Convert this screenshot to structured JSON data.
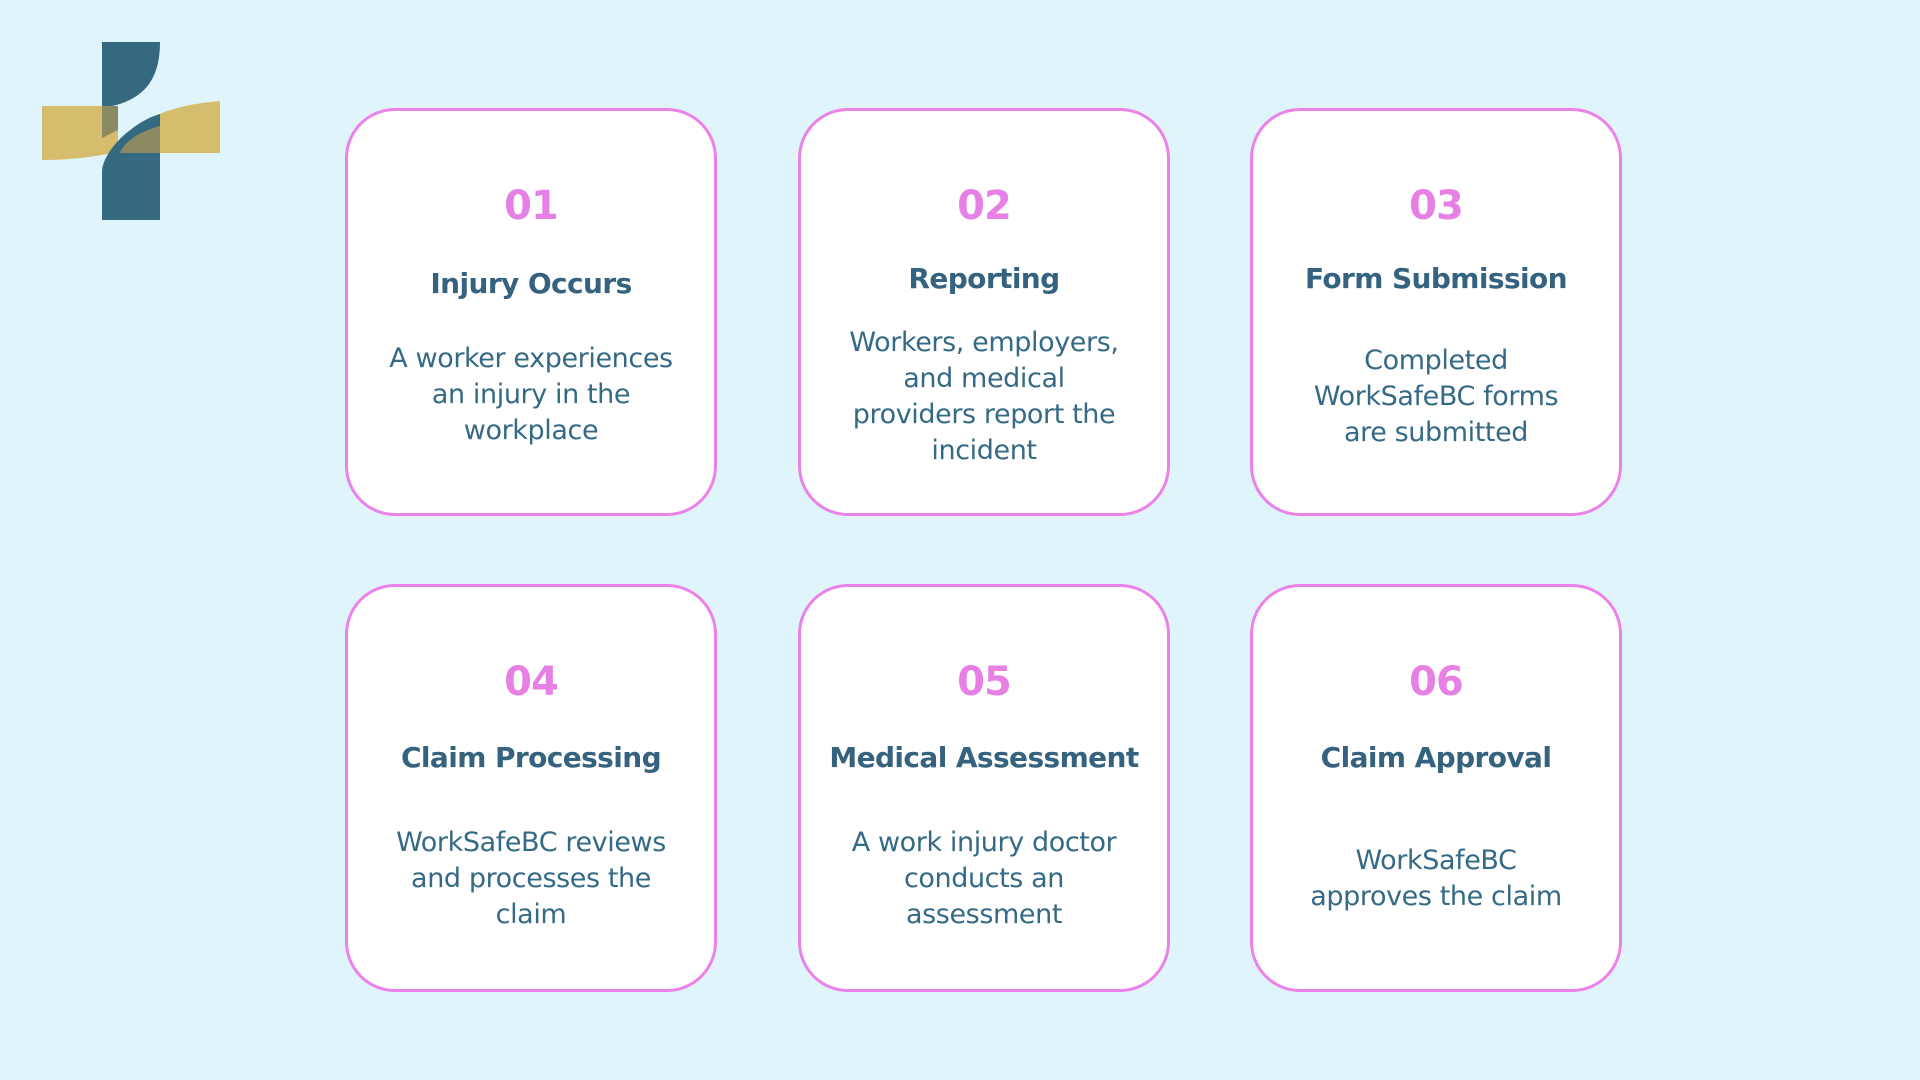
{
  "logo": {
    "icon": "medical-cross-logo-icon",
    "colors": {
      "teal": "#34697f",
      "gold": "#d6bd6e",
      "overlap": "#8b8a62"
    }
  },
  "colors": {
    "background": "#e0f4fc",
    "card_border": "#ea82ea",
    "number": "#e680e4",
    "title": "#35637f",
    "text": "#356a86"
  },
  "steps": [
    {
      "number": "01",
      "title": "Injury Occurs",
      "lines": [
        "A worker experiences",
        "an injury in the",
        "workplace"
      ]
    },
    {
      "number": "02",
      "title": "Reporting",
      "lines": [
        "Workers, employers,",
        "and medical",
        "providers report the",
        "incident"
      ]
    },
    {
      "number": "03",
      "title": "Form Submission",
      "lines": [
        "Completed",
        "WorkSafeBC forms",
        "are submitted"
      ]
    },
    {
      "number": "04",
      "title": "Claim Processing",
      "lines": [
        "WorkSafeBC reviews",
        "and processes the",
        "claim"
      ]
    },
    {
      "number": "05",
      "title": "Medical Assessment",
      "lines": [
        "A work injury doctor",
        "conducts an",
        "assessment"
      ]
    },
    {
      "number": "06",
      "title": "Claim Approval",
      "lines": [
        "WorkSafeBC",
        "approves the claim"
      ]
    }
  ]
}
